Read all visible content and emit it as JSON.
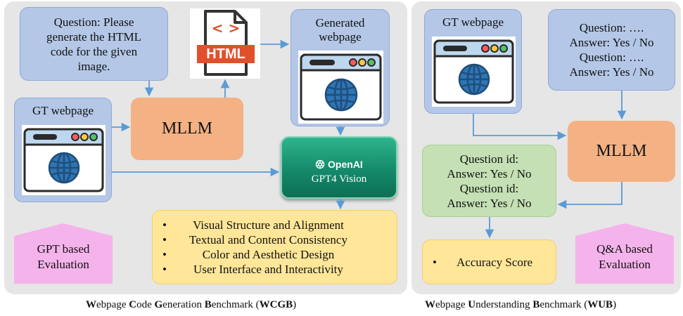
{
  "wcgb": {
    "question": "Question: Please generate the HTML code for the given image.",
    "question_lines": [
      "Question: Please",
      "generate the HTML",
      "code for the given",
      "image."
    ],
    "html_file_label": "HTML",
    "html_tag_glyph": "< >",
    "generated_label_1": "Generated",
    "generated_label_2": "webpage",
    "gt_label": "GT webpage",
    "mllm_label": "MLLM",
    "openai_label": "OpenAI",
    "gpt4_label": "GPT4 Vision",
    "criteria": [
      "Visual Structure and Alignment",
      "Textual and Content Consistency",
      "Color and Aesthetic Design",
      "User Interface and Interactivity"
    ],
    "eval_line_1": "GPT based",
    "eval_line_2": "Evaluation",
    "caption_parts": [
      {
        "b": "W",
        "t": "ebpage "
      },
      {
        "b": "C",
        "t": "ode "
      },
      {
        "b": "G",
        "t": "eneration "
      },
      {
        "b": "B",
        "t": "enchmark ("
      },
      {
        "b": "WCGB",
        "t": ")"
      }
    ]
  },
  "wub": {
    "gt_label": "GT webpage",
    "qa_lines": [
      "Question: ….",
      "Answer: Yes / No",
      "Question: ….",
      "Answer: Yes / No"
    ],
    "mllm_label": "MLLM",
    "answer_lines": [
      "Question id:",
      "Answer: Yes / No",
      "Question id:",
      "Answer: Yes / No"
    ],
    "score_bullet": "•",
    "score_label": "Accuracy Score",
    "eval_line_1": "Q&A based",
    "eval_line_2": "Evaluation",
    "caption_parts": [
      {
        "b": "W",
        "t": "ebpage "
      },
      {
        "b": "U",
        "t": "nderstanding "
      },
      {
        "b": "B",
        "t": "enchmark ("
      },
      {
        "b": "WUB",
        "t": ")"
      }
    ]
  },
  "colors": {
    "panel": "#e6e6e6",
    "blue_box": "#b4c7e7",
    "orange_box": "#f4b183",
    "green_box": "#c5e0b4",
    "yellow_box": "#ffe699",
    "pink_box": "#f5b3ec",
    "gpt_box": "#148a6a",
    "arrow": "#5b9bd5",
    "browser_bar": "#bdd7ee",
    "globe": "#2e75b6"
  },
  "icons": {
    "browser": "browser-window-icon",
    "globe": "globe-icon",
    "html_file": "html-file-icon",
    "openai": "openai-logo-icon"
  }
}
